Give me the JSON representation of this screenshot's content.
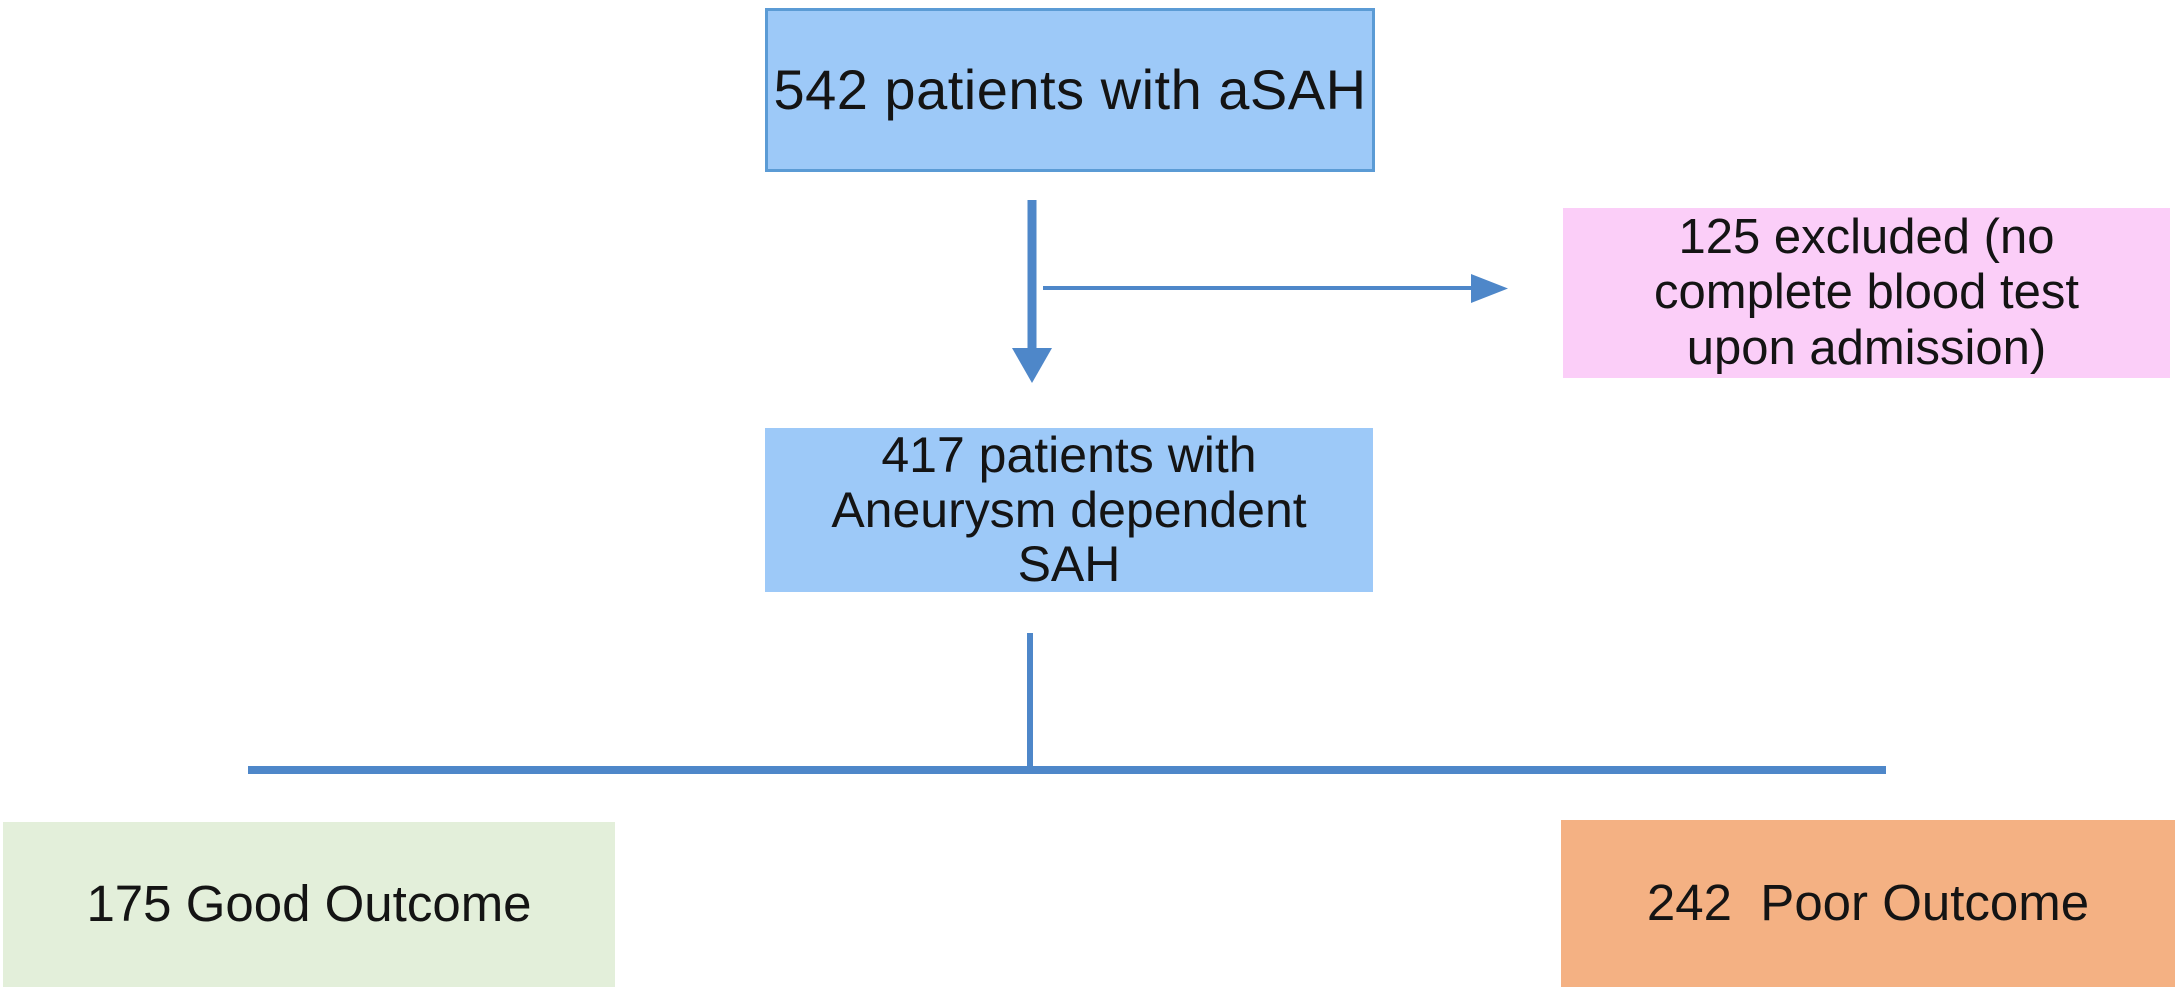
{
  "colors": {
    "background": "#FFFFFF",
    "node_blue_fill": "#9DC9F8",
    "node_blue_border": "#5B9BD5",
    "node_pink_fill": "#FBCEF8",
    "node_green_fill": "#E3EFDA",
    "node_orange_fill": "#F4B183",
    "connector_blue": "#4E87C9",
    "text": "#141414"
  },
  "nodes": {
    "enrolled": {
      "label": "542 patients with aSAH"
    },
    "excluded": {
      "label": "125 excluded (no\ncomplete blood test\nupon admission)"
    },
    "included": {
      "label": "417 patients with\nAneurysm dependent\nSAH"
    },
    "good_outcome": {
      "label": "175 Good Outcome"
    },
    "poor_outcome": {
      "label": "242  Poor Outcome"
    }
  }
}
